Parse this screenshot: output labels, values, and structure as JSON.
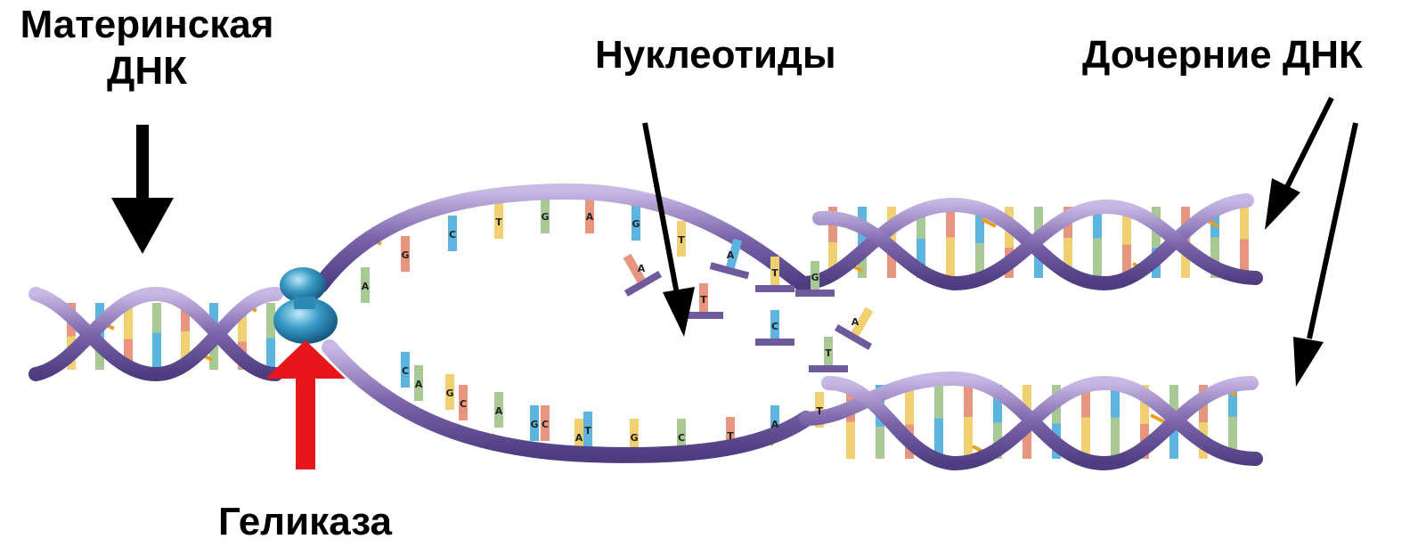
{
  "labels": {
    "parent_dna_line1": "Материнская",
    "parent_dna_line2": "ДНК",
    "nucleotides": "Нуклеотиды",
    "daughter_dna": "Дочерние ДНК",
    "helicase": "Геликаза"
  },
  "base_letters": {
    "upper_strand": [
      "G",
      "C",
      "T",
      "G",
      "A",
      "G",
      "T",
      "A"
    ],
    "free_nucleotides": [
      "A",
      "A",
      "T",
      "G",
      "T",
      "C",
      "A",
      "T"
    ],
    "lower_strand": [
      "C",
      "G",
      "A",
      "C",
      "T",
      "G",
      "C",
      "T",
      "A",
      "T",
      "A",
      "C",
      "G",
      "A"
    ]
  },
  "colors": {
    "backbone": "#6f5a9e",
    "backbone_light": "#b9a8d8",
    "base_pink": "#e8957f",
    "base_blue": "#5eb4e0",
    "base_yellow": "#f0d070",
    "base_green": "#a8c894",
    "rung": "#e8a020",
    "helicase": "#3a9cc6",
    "arrow_black": "#000000",
    "arrow_red": "#e8161c"
  }
}
